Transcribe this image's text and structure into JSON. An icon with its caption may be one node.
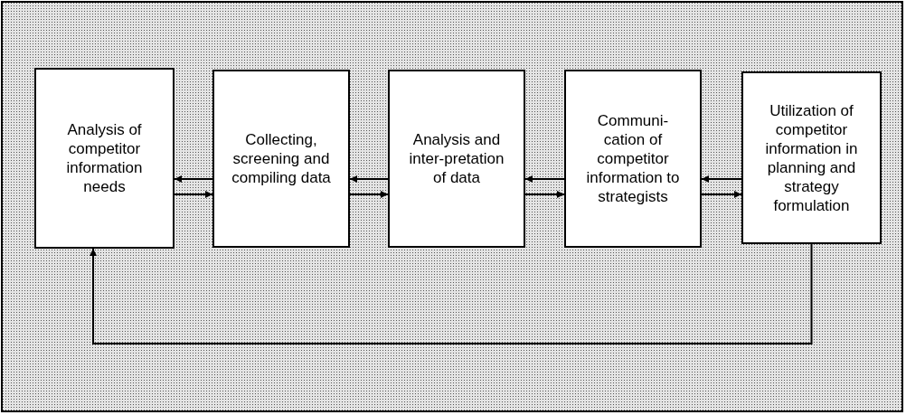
{
  "diagram": {
    "nodes": [
      {
        "text": [
          "Analysis of competitor information needs"
        ]
      },
      {
        "text": [
          "Collecting, screening and compiling data"
        ]
      },
      {
        "text": [
          "Analysis and inter-pretation of data"
        ]
      },
      {
        "text": [
          "Communi-cation of competitor information to strategists"
        ]
      },
      {
        "text": [
          "Utilization of competitor information in planning and strategy formulation"
        ]
      }
    ],
    "edges": [
      {
        "from": 1,
        "to": 0,
        "arrow": "to"
      },
      {
        "from": 0,
        "to": 1,
        "arrow": "to"
      },
      {
        "from": 2,
        "to": 1,
        "arrow": "to"
      },
      {
        "from": 1,
        "to": 2,
        "arrow": "to"
      },
      {
        "from": 3,
        "to": 2,
        "arrow": "to"
      },
      {
        "from": 2,
        "to": 3,
        "arrow": "to"
      },
      {
        "from": 4,
        "to": 3,
        "arrow": "to"
      },
      {
        "from": 3,
        "to": 4,
        "arrow": "to"
      },
      {
        "from": 4,
        "to": 0,
        "arrow": "to"
      }
    ]
  }
}
